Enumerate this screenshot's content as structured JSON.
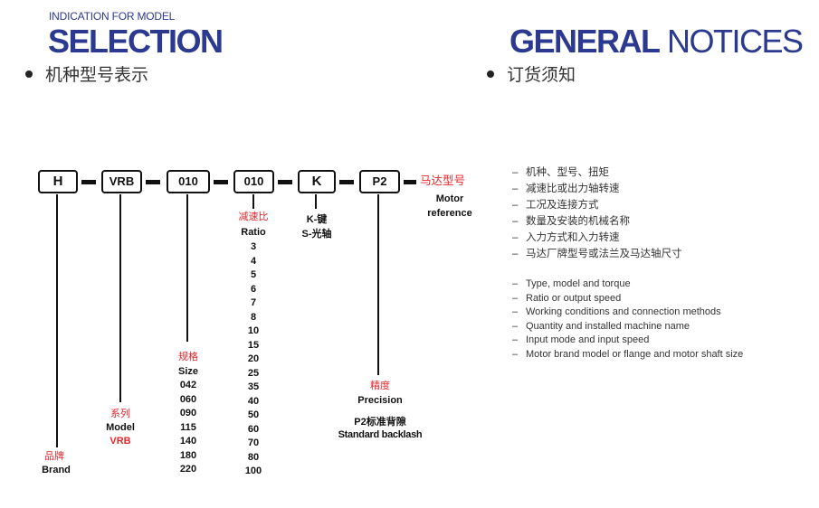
{
  "header_left": {
    "kicker": "INDICATION FOR MODEL",
    "title": "SELECTION",
    "subtitle": "机种型号表示"
  },
  "header_right": {
    "title_bold": "GENERAL",
    "title_light": "NOTICES",
    "subtitle": "订货须知"
  },
  "model_code": {
    "boxes": [
      "H",
      "VRB",
      "010",
      "010",
      "K",
      "P2"
    ],
    "motor": {
      "cn": "马达型号",
      "en_line1": "Motor",
      "en_line2": "reference"
    },
    "ratio": {
      "cn": "减速比",
      "en": "Ratio",
      "values": [
        "3",
        "4",
        "5",
        "6",
        "7",
        "8",
        "10",
        "15",
        "20",
        "25",
        "35",
        "40",
        "50",
        "60",
        "70",
        "80",
        "100"
      ]
    },
    "shaft": {
      "key": "K-键",
      "smooth": "S-光轴"
    },
    "size": {
      "cn": "规格",
      "en": "Size",
      "values": [
        "042",
        "060",
        "090",
        "115",
        "140",
        "180",
        "220"
      ]
    },
    "precision": {
      "cn": "精度",
      "en": "Precision",
      "note_cn": "P2标准背隙",
      "note_en": "Standard backlash"
    },
    "model": {
      "cn": "系列",
      "en": "Model",
      "value": "VRB"
    },
    "brand": {
      "cn": "品牌",
      "en": "Brand"
    }
  },
  "notices_cn": [
    "机种、型号、扭矩",
    "减速比或出力轴转速",
    "工况及连接方式",
    "数量及安装的机械名称",
    "入力方式和入力转速",
    "马达厂牌型号或法兰及马达轴尺寸"
  ],
  "notices_en": [
    "Type, model and torque",
    "Ratio or output speed",
    "Working conditions and connection methods",
    "Quantity and installed machine name",
    "Input mode and input speed",
    "Motor brand model or flange and motor shaft size"
  ]
}
